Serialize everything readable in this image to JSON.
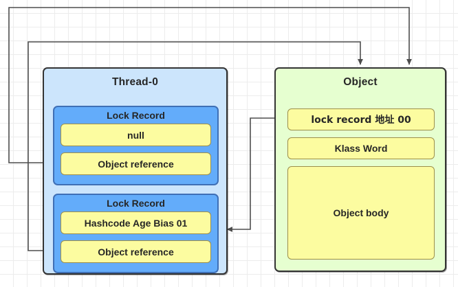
{
  "diagram": {
    "title_thread": "Thread-0",
    "title_object": "Object",
    "colors": {
      "thread_fill": "#CCE5FC",
      "object_fill": "#E6FFD0",
      "lock_record_fill": "#63ACFA",
      "field_fill": "#FCFCA0",
      "border": "#333333",
      "wire": "#4D4D4D"
    }
  },
  "thread": {
    "label": "Thread-0",
    "lock_records": [
      {
        "title": "Lock Record",
        "displaced_header": "null",
        "object_reference": "Object reference"
      },
      {
        "title": "Lock Record",
        "displaced_header": "Hashcode Age Bias 01",
        "object_reference": "Object reference"
      }
    ]
  },
  "object": {
    "label": "Object",
    "fields": [
      {
        "name": "mark-word",
        "text": "lock record 地址 00"
      },
      {
        "name": "klass-word",
        "text": "Klass Word"
      },
      {
        "name": "object-body",
        "text": "Object body"
      }
    ]
  },
  "connections": [
    {
      "name": "objref-1-to-object",
      "from": "Object reference (Lock Record 1)",
      "to": "Object"
    },
    {
      "name": "objref-2-to-object",
      "from": "Object reference (Lock Record 2)",
      "to": "Object"
    },
    {
      "name": "markword-to-lockrecord-2",
      "from": "lock record 地址 00",
      "to": "Hashcode Age Bias 01"
    }
  ]
}
